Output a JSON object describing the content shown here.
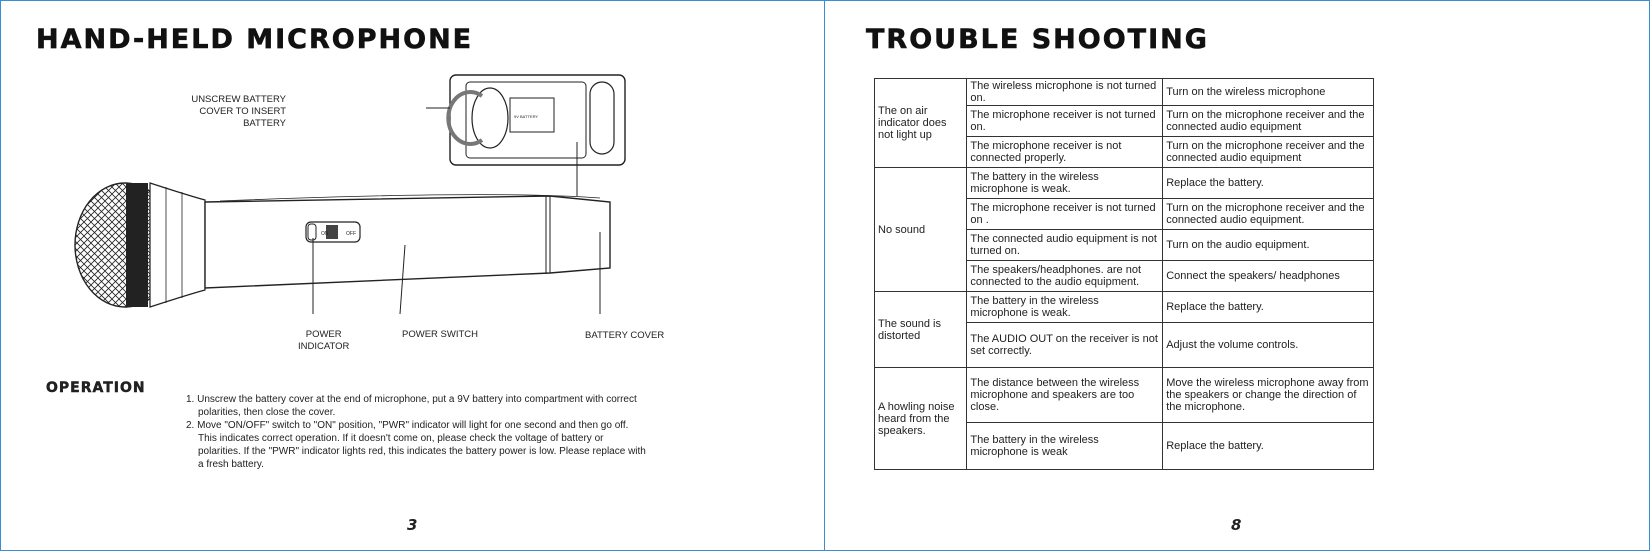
{
  "left_page": {
    "title": "HAND-HELD MICROPHONE",
    "labels": {
      "unscrew": "UNSCREW BATTERY COVER TO INSERT BATTERY",
      "unscrew_lines": [
        "UNSCREW BATTERY",
        "COVER TO INSERT",
        "BATTERY"
      ],
      "power_indicator_lines": [
        "POWER",
        "INDICATOR"
      ],
      "power_switch": "POWER SWITCH",
      "battery_cover": "BATTERY COVER",
      "battery_text": "9V BATTERY",
      "switch_on": "ON",
      "switch_off": "OFF"
    },
    "operation": {
      "heading": "OPERATION",
      "steps": [
        "1. Unscrew the battery cover at the end of microphone, put a 9V battery into compartment with correct polarities, then close the cover.",
        "2. Move \"ON/OFF\" switch to \"ON\" position, \"PWR\" indicator will light for one second and then go off. This indicates correct operation. If it doesn't come on, please check the voltage of battery or polarities. If the \"PWR\" indicator lights red, this indicates the battery power is low. Please replace with a fresh battery."
      ]
    },
    "page_number": "3"
  },
  "right_page": {
    "title": "TROUBLE SHOOTING",
    "page_number": "8",
    "groups": [
      {
        "symptom": "The on air indicator does not light up",
        "rows": [
          {
            "cause": "The wireless microphone is not turned on.",
            "solution": "Turn on the wireless microphone"
          },
          {
            "cause": "The microphone receiver is not turned on.",
            "solution": "Turn on the microphone receiver and the connected audio equipment"
          },
          {
            "cause": "The microphone receiver is not connected properly.",
            "solution": "Turn on the microphone receiver and the connected audio equipment"
          }
        ]
      },
      {
        "symptom": "No sound",
        "rows": [
          {
            "cause": "The battery in the wireless microphone is weak.",
            "solution": "Replace the battery."
          },
          {
            "cause": "The microphone receiver is not turned on .",
            "solution": "Turn on the microphone receiver and the connected audio equipment."
          },
          {
            "cause": "The connected audio equipment is not turned on.",
            "solution": "Turn on the audio equipment."
          },
          {
            "cause": "The speakers/headphones. are not connected to the audio equipment.",
            "solution": "Connect the speakers/ headphones"
          }
        ]
      },
      {
        "symptom": "The sound is distorted",
        "rows": [
          {
            "cause": "The battery in the wireless microphone is weak.",
            "solution": "Replace the battery."
          },
          {
            "cause": "The AUDIO OUT on the receiver is not set correctly.",
            "solution": "Adjust the volume controls."
          }
        ]
      },
      {
        "symptom": "A howling noise heard from the speakers.",
        "rows": [
          {
            "cause": "The distance between the wireless microphone and speakers are too close.",
            "solution": "Move the wireless microphone away from the speakers or change the direction of the microphone."
          },
          {
            "cause": "The battery in the wireless microphone is weak",
            "solution": "Replace the battery."
          }
        ]
      }
    ]
  }
}
